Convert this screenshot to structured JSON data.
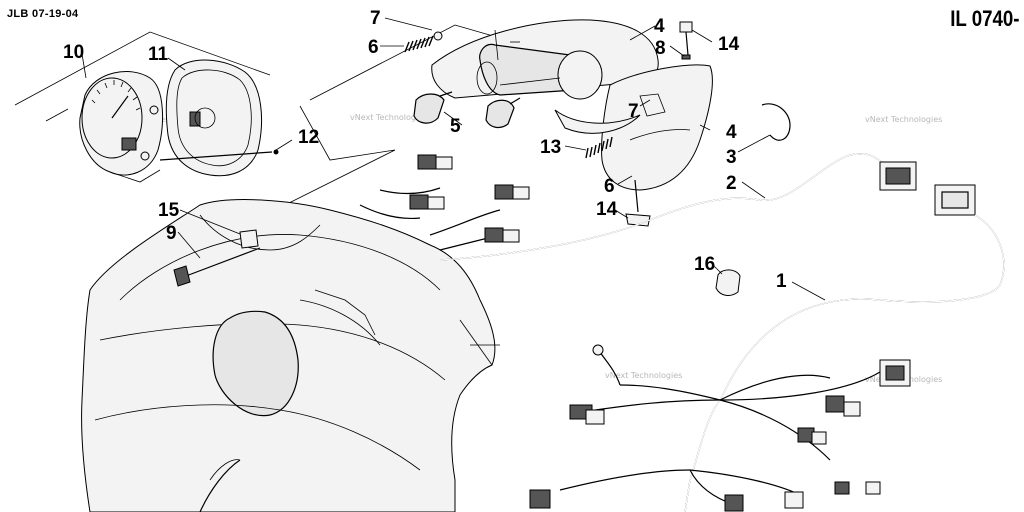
{
  "header": {
    "left_code": "JLB 07-19-04",
    "right_code": "IL 0740-"
  },
  "callouts": {
    "c1": "1",
    "c2": "2",
    "c3": "3",
    "c4a": "4",
    "c4b": "4",
    "c5": "5",
    "c6a": "6",
    "c6b": "6",
    "c7a": "7",
    "c7b": "7",
    "c8": "8",
    "c9": "9",
    "c10": "10",
    "c11": "11",
    "c12": "12",
    "c13": "13",
    "c14a": "14",
    "c14b": "14",
    "c15": "15",
    "c16": "16"
  },
  "watermark": {
    "text": "vNext Technologies"
  }
}
